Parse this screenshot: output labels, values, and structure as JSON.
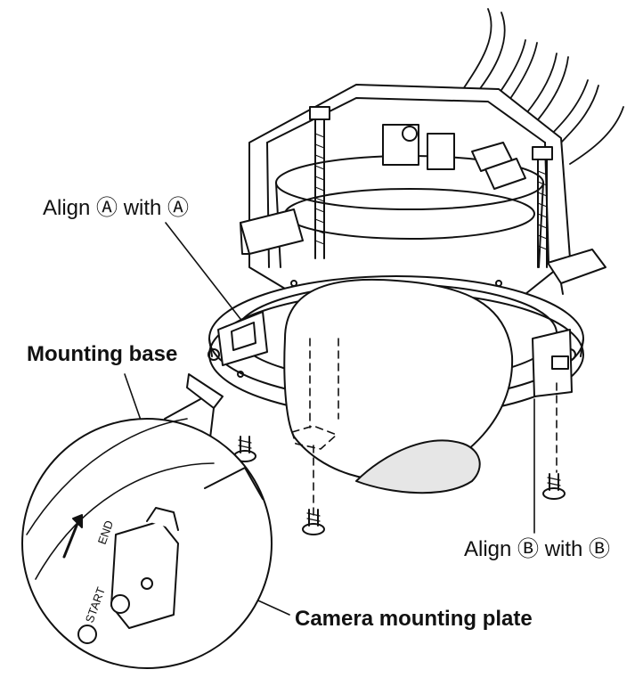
{
  "callouts": {
    "align_a": "Align Ⓐ with Ⓐ",
    "mounting_base": "Mounting base",
    "align_b": "Align Ⓑ with Ⓑ",
    "camera_mounting_plate": "Camera mounting plate"
  },
  "detail_marks": {
    "start": "START",
    "end": "END"
  },
  "colors": {
    "line": "#111111",
    "fill": "#ffffff",
    "shade": "#e6e6e6"
  }
}
